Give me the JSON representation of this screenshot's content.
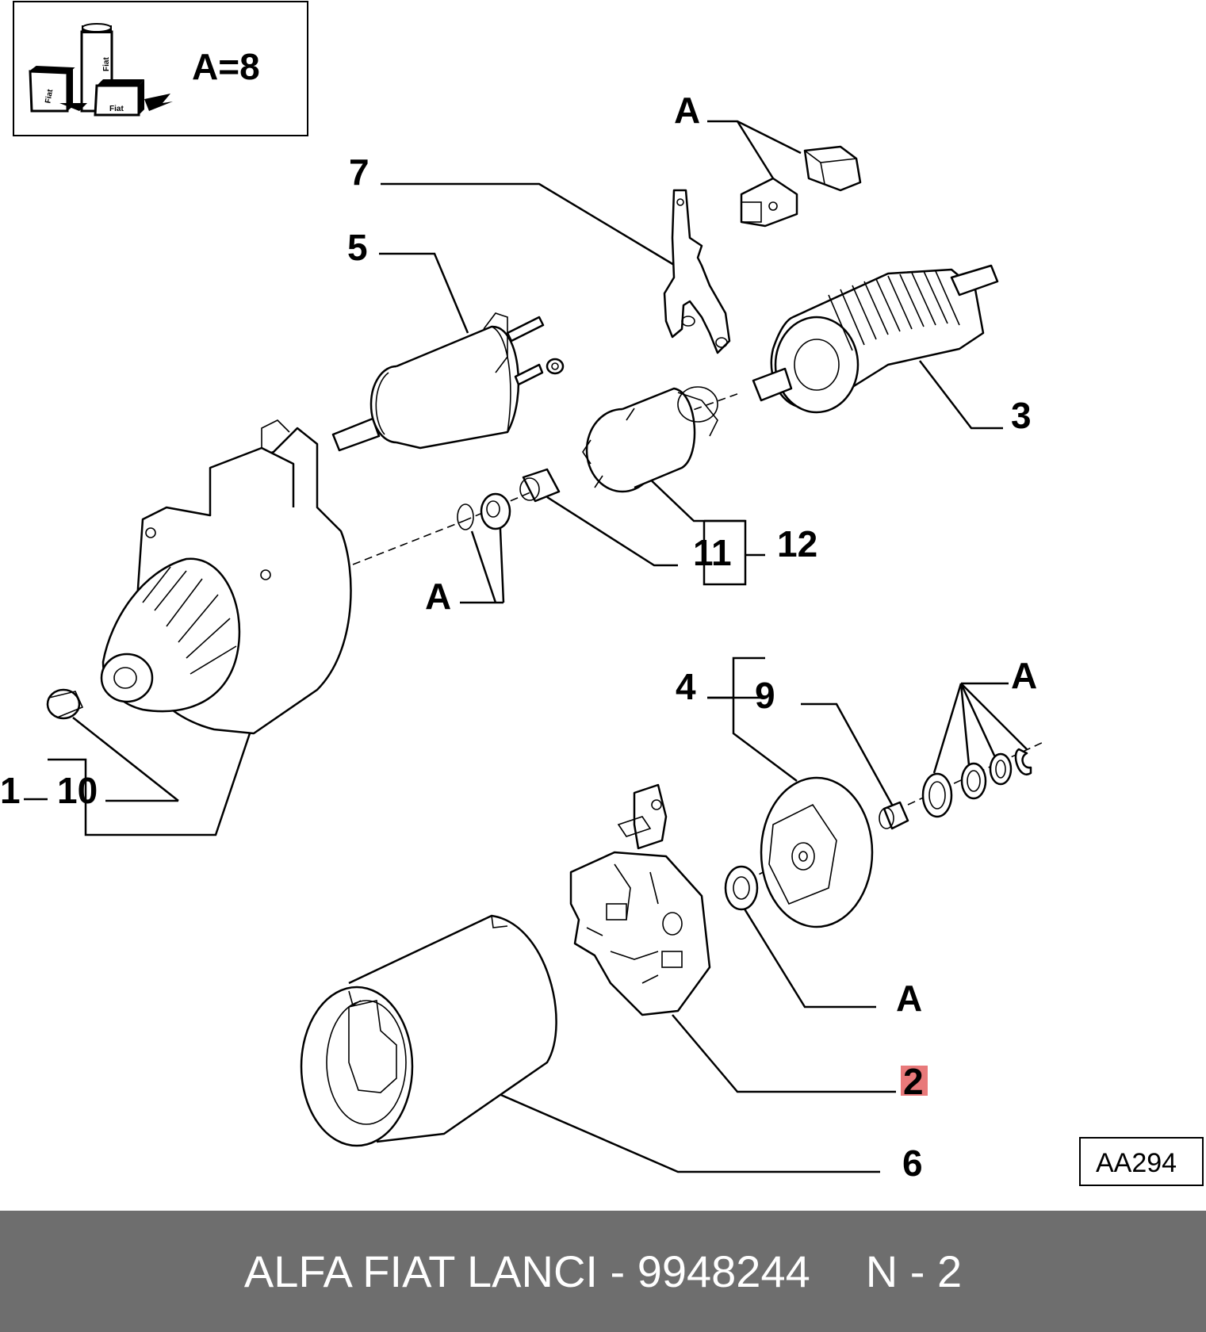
{
  "legend": {
    "text": "A=8",
    "can_labels": [
      "Fiat",
      "Fiat",
      "Fiat"
    ]
  },
  "reference": "AA294",
  "callouts": {
    "c1": "1",
    "c2": "2",
    "c3": "3",
    "c4": "4",
    "c5": "5",
    "c6": "6",
    "c7": "7",
    "c9": "9",
    "c10": "10",
    "c11": "11",
    "c12": "12",
    "a_top": "A",
    "a_mid": "A",
    "a_right": "A",
    "a_low": "A"
  },
  "highlight_color": "#e8797a",
  "footer": {
    "brand_part": "ALFA FIAT LANCI - 9948244",
    "suffix": "N - 2"
  }
}
